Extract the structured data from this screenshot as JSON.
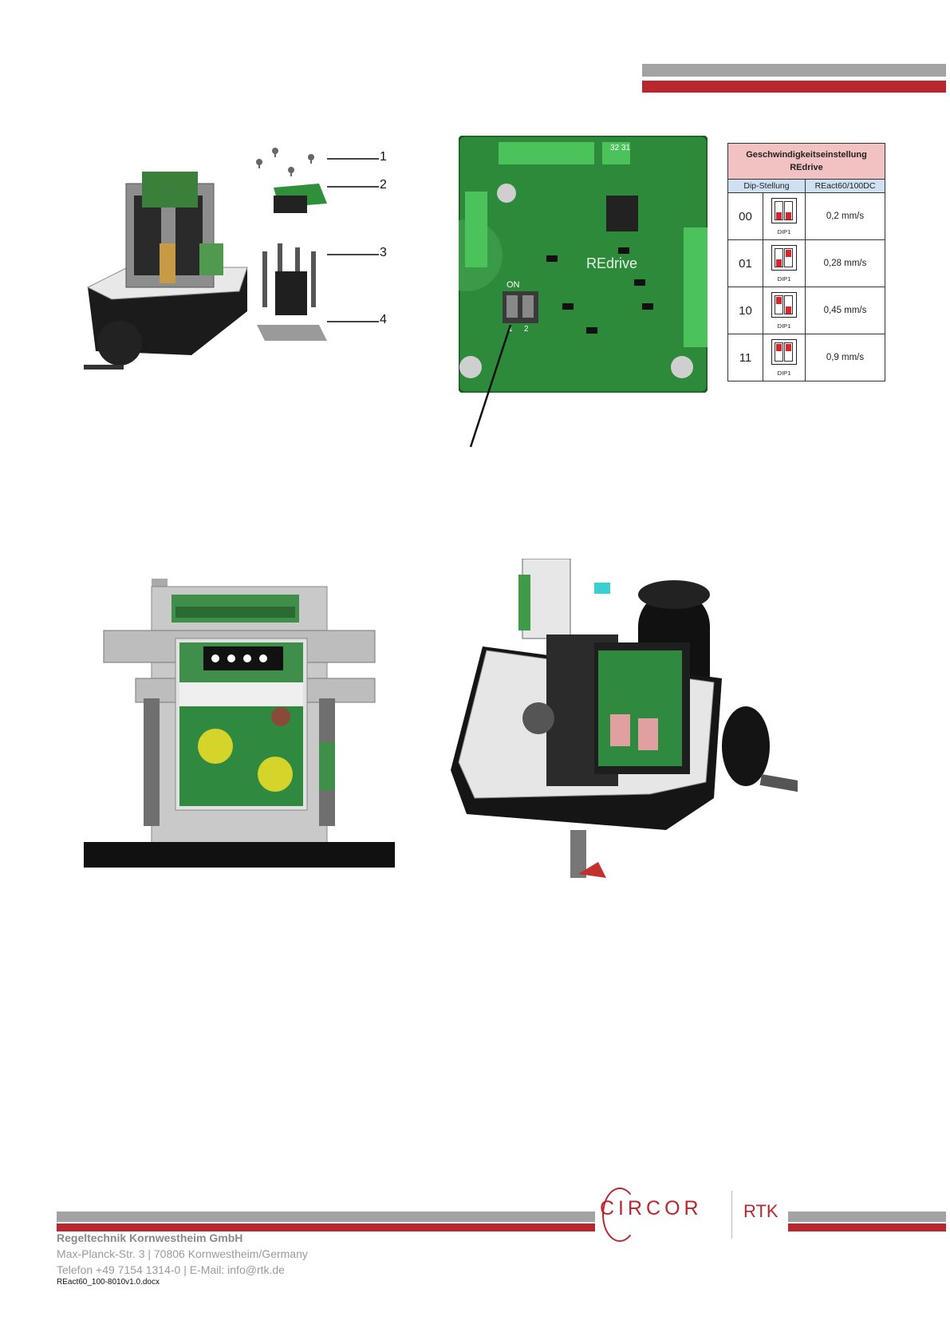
{
  "diagram_callouts": [
    "1",
    "2",
    "3",
    "4"
  ],
  "speed_table": {
    "title_line1": "Geschwindigkeitseinstellung",
    "title_line2": "REdrive",
    "col_dip": "Dip-Stellung",
    "col_model": "REact60/100DC",
    "rows": [
      {
        "code": "00",
        "dip_label": "DIP1",
        "value": "0,2 mm/s"
      },
      {
        "code": "01",
        "dip_label": "DIP1",
        "value": "0,28 mm/s"
      },
      {
        "code": "10",
        "dip_label": "DIP1",
        "value": "0,45 mm/s"
      },
      {
        "code": "11",
        "dip_label": "DIP1",
        "value": "0,9 mm/s"
      }
    ]
  },
  "pcb_labels": {
    "board_name": "REdrive",
    "switch_on": "ON",
    "switch_1": "1",
    "switch_2": "2",
    "terminal_a": "32",
    "terminal_b": "31"
  },
  "footer": {
    "logo_circor": "CIRCOR",
    "logo_rtk": "RTK",
    "company": "Regeltechnik Kornwestheim GmbH",
    "address": "Max-Planck-Str. 3 | 70806 Kornwestheim/Germany",
    "contact": "Telefon +49 7154 1314-0 | E-Mail: info@rtk.de",
    "filename": "REact60_100-8010v1.0.docx"
  },
  "colors": {
    "brand_red": "#b8272d",
    "brand_gray": "#a3a3a3",
    "table_header_red": "#f2c2c2",
    "table_header_blue": "#cfe0f3"
  }
}
